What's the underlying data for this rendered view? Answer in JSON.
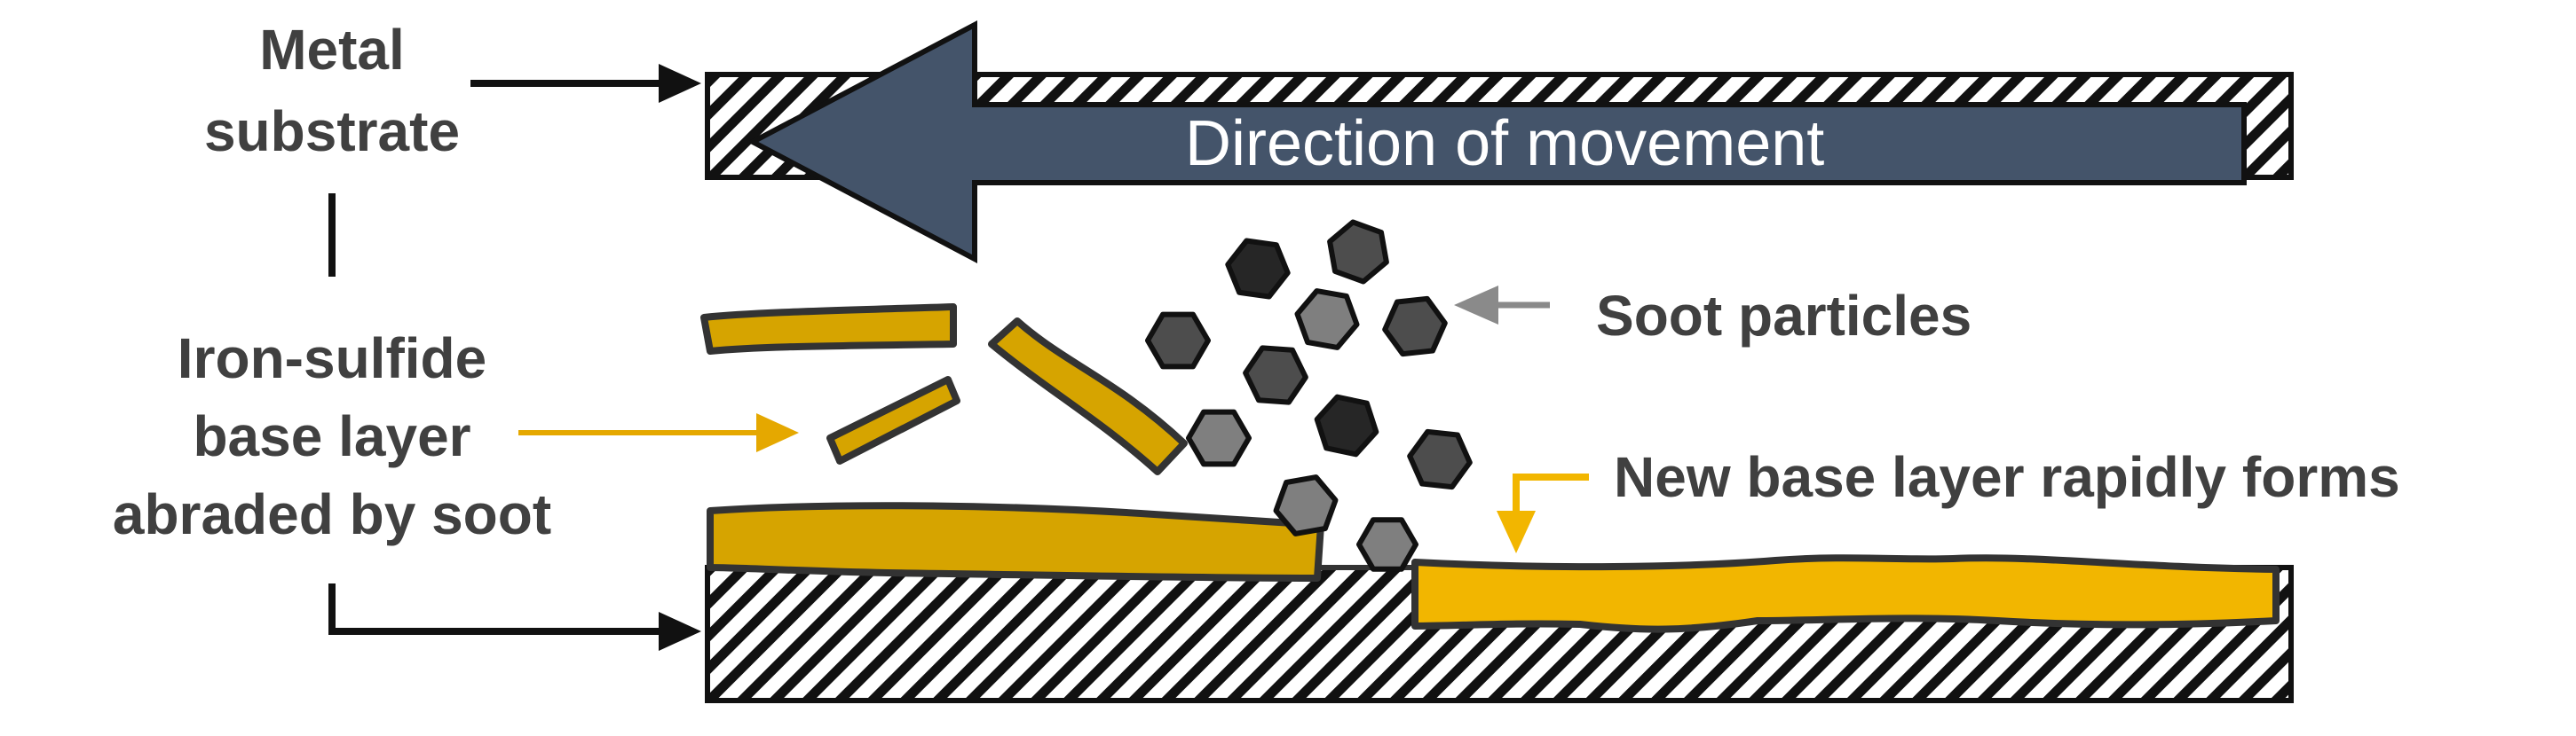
{
  "labels": {
    "metal_substrate_line1": "Metal",
    "metal_substrate_line2": "substrate",
    "iron_sulfide_line1": "Iron-sulfide",
    "iron_sulfide_line2": "base layer",
    "iron_sulfide_line3": "abraded by soot",
    "soot_particles": "Soot particles",
    "new_base_layer": "New base layer rapidly forms",
    "direction_of_movement": "Direction of movement"
  },
  "colors": {
    "text": "#404040",
    "outline": "#1a1a1a",
    "iron_sulfide": "#d6a400",
    "new_layer": "#f2b600",
    "arrow_fill": "#44546a",
    "gold_arrow": "#e5a800",
    "gray_arrow": "#8a8a8a",
    "soot_dark": "#262626",
    "soot_mid": "#4d4d4d",
    "soot_light": "#7f7f7f"
  }
}
